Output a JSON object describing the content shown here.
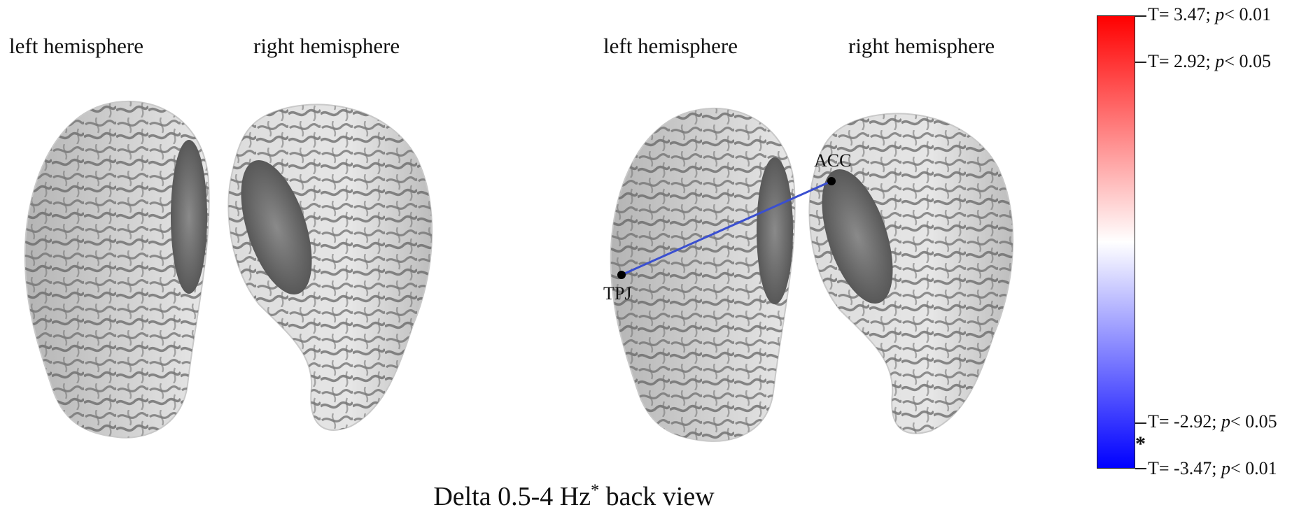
{
  "panels": [
    {
      "left_label": "left hemisphere",
      "right_label": "right hemisphere"
    },
    {
      "left_label": "left hemisphere",
      "right_label": "right hemisphere"
    }
  ],
  "connection": {
    "nodes": [
      "TPJ",
      "ACC"
    ],
    "color": "#3a4fd0"
  },
  "caption": {
    "band": "Delta 0.5-4 Hz",
    "marker": "*",
    "view": "back view"
  },
  "colorbar": {
    "colors": {
      "top": "#ff0000",
      "middle": "#ffffff",
      "bottom": "#0000ff"
    },
    "ticks": [
      {
        "t": "T= 3.47; ",
        "p_sym": "p",
        "p": "< 0.01"
      },
      {
        "t": "T= 2.92; ",
        "p_sym": "p",
        "p": "< 0.05"
      },
      {
        "t": "T= -2.92; ",
        "p_sym": "p",
        "p": "< 0.05"
      },
      {
        "t": "T= -3.47; ",
        "p_sym": "p",
        "p": "< 0.01"
      }
    ],
    "significance_marker": "*"
  }
}
